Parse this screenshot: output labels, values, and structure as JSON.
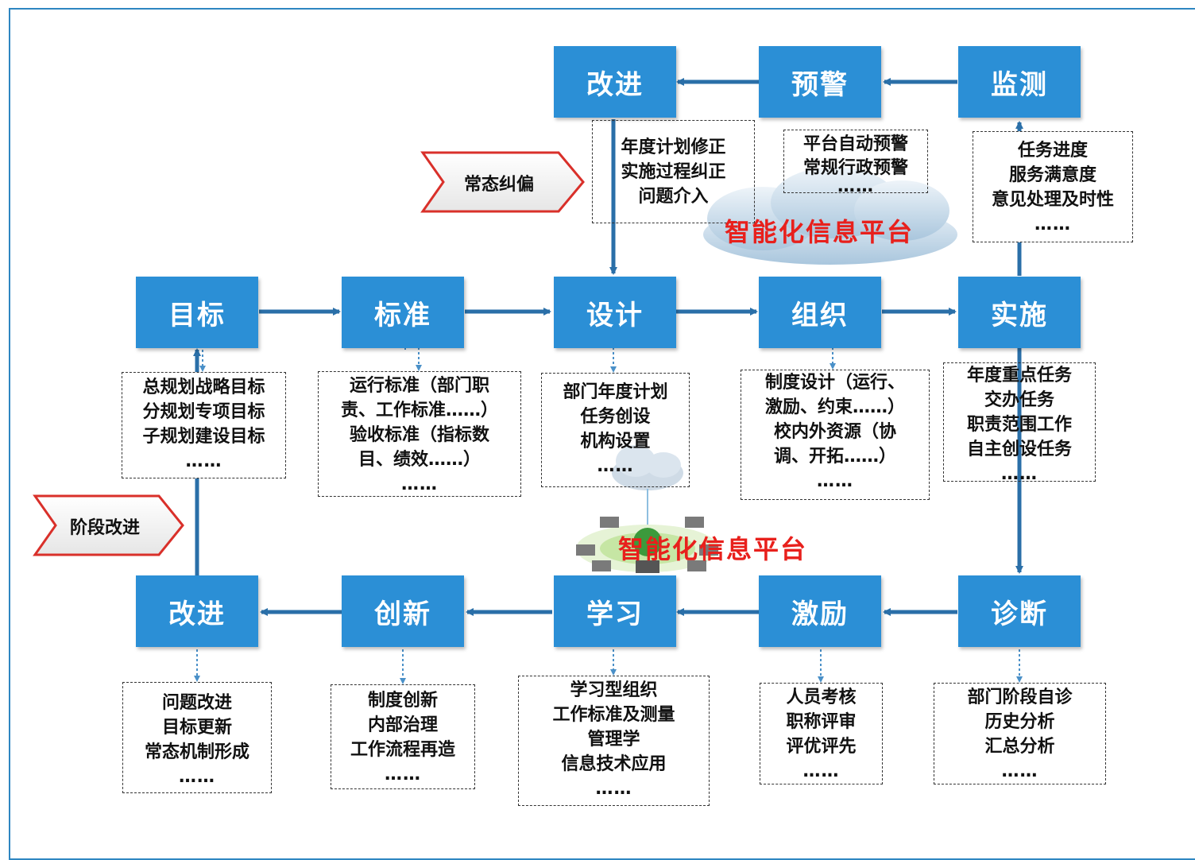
{
  "nodes": {
    "top_improve": "改进",
    "warning": "预警",
    "monitor": "监测",
    "goal": "目标",
    "standard": "标准",
    "design": "设计",
    "organize": "组织",
    "implement": "实施",
    "bottom_improve": "改进",
    "innovate": "创新",
    "learn": "学习",
    "incentive": "激励",
    "diagnose": "诊断"
  },
  "boxes": {
    "top_improve": [
      "年度计划修正",
      "实施过程纠正",
      "问题介入"
    ],
    "warning": [
      "平台自动预警",
      "常规行政预警",
      "……"
    ],
    "monitor": [
      "任务进度",
      "服务满意度",
      "意见处理及时性",
      "……"
    ],
    "goal": [
      "总规划战略目标",
      "分规划专项目标",
      "子规划建设目标",
      "……"
    ],
    "standard": [
      "运行标准（部门职",
      "责、工作标准……）",
      "验收标准（指标数",
      "目、绩效……）",
      "……"
    ],
    "design": [
      "部门年度计划",
      "任务创设",
      "机构设置",
      "……"
    ],
    "organize": [
      "制度设计（运行、",
      "激励、约束……）",
      "校内外资源（协",
      "调、开拓……）",
      "……"
    ],
    "implement": [
      "年度重点任务",
      "交办任务",
      "职责范围工作",
      "自主创设任务",
      "……"
    ],
    "bottom_improve": [
      "问题改进",
      "目标更新",
      "常态机制形成",
      "……"
    ],
    "innovate": [
      "制度创新",
      "内部治理",
      "工作流程再造",
      "……"
    ],
    "learn": [
      "学习型组织",
      "工作标准及测量",
      "管理学",
      "信息技术应用",
      "……"
    ],
    "incentive": [
      "人员考核",
      "职称评审",
      "评优评先",
      "……"
    ],
    "diagnose": [
      "部门阶段自诊",
      "历史分析",
      "汇总分析",
      "……"
    ]
  },
  "labels": {
    "routine_correction": "常态纠偏",
    "stage_improvement": "阶段改进",
    "platform_top": "智能化信息平台",
    "platform_center": "智能化信息平台"
  },
  "colors": {
    "node_fill": "#2b8fd6",
    "arrow": "#2a6fa8",
    "platform_text": "#e8201c",
    "chevron_border": "#d9302a"
  }
}
